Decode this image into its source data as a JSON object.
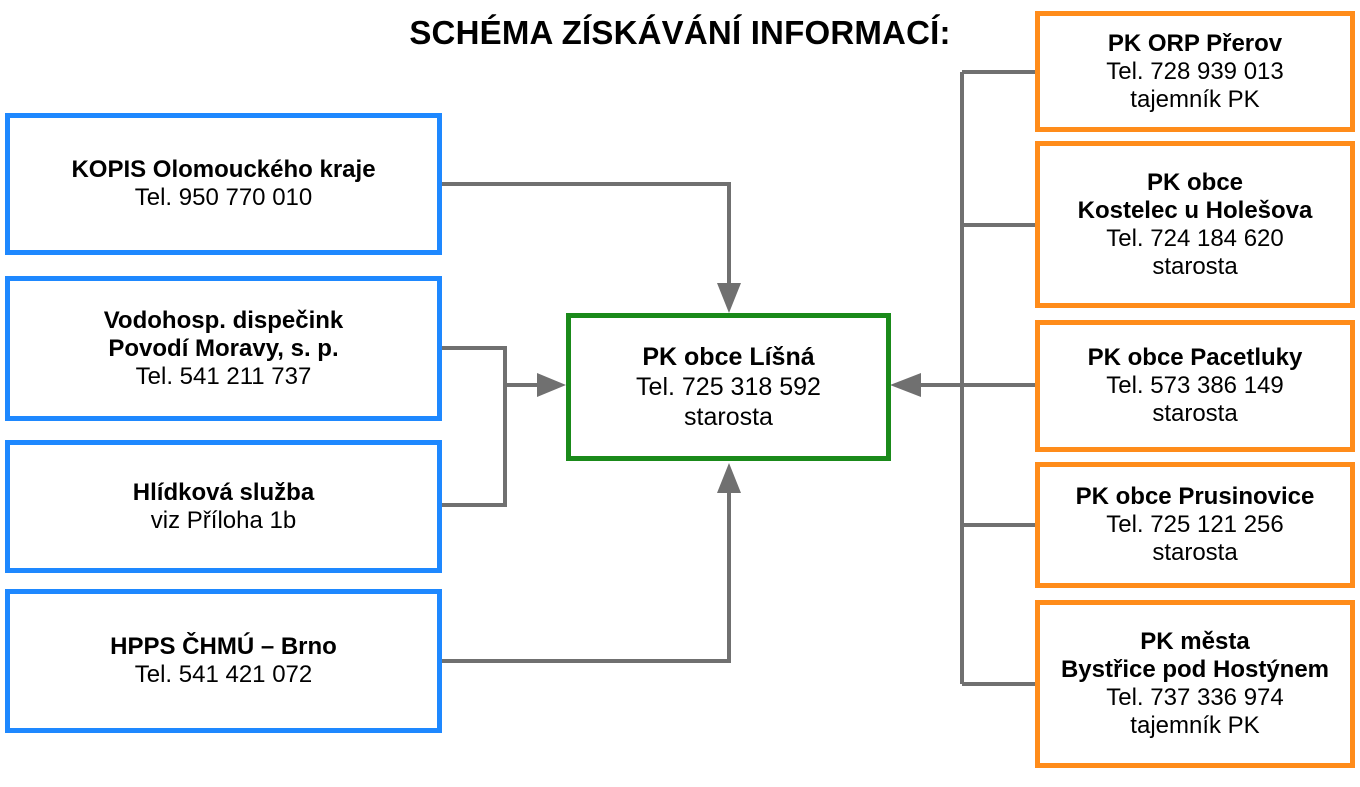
{
  "title": "SCHÉMA ZÍSKÁVÁNÍ INFORMACÍ:",
  "colors": {
    "left_border": "#1e88ff",
    "right_border": "#ff8c1a",
    "center_border": "#1a8a1a",
    "connector": "#707070"
  },
  "center": {
    "lines": [
      "PK obce Líšná",
      "Tel. 725 318 592",
      "starosta"
    ]
  },
  "left_sources": [
    {
      "lines": [
        "KOPIS Olomouckého kraje",
        "Tel. 950 770 010"
      ]
    },
    {
      "lines": [
        "Vodohosp. dispečink",
        "Povodí Moravy, s. p.",
        "Tel. 541 211 737"
      ]
    },
    {
      "lines": [
        "Hlídková služba",
        "viz Příloha 1b"
      ]
    },
    {
      "lines": [
        "HPPS ČHMÚ – Brno",
        "Tel. 541 421 072"
      ]
    }
  ],
  "right_sources": [
    {
      "lines": [
        "PK ORP Přerov",
        "Tel. 728 939 013",
        "tajemník PK"
      ]
    },
    {
      "lines": [
        "PK obce",
        "Kostelec u Holešova",
        "Tel. 724 184 620",
        "starosta"
      ]
    },
    {
      "lines": [
        "PK obce Pacetluky",
        "Tel. 573 386 149",
        "starosta"
      ]
    },
    {
      "lines": [
        "PK obce Prusinovice",
        "Tel. 725 121 256",
        "starosta"
      ]
    },
    {
      "lines": [
        "PK města",
        "Bystřice pod Hostýnem",
        "Tel. 737 336 974",
        "tajemník PK"
      ]
    }
  ]
}
